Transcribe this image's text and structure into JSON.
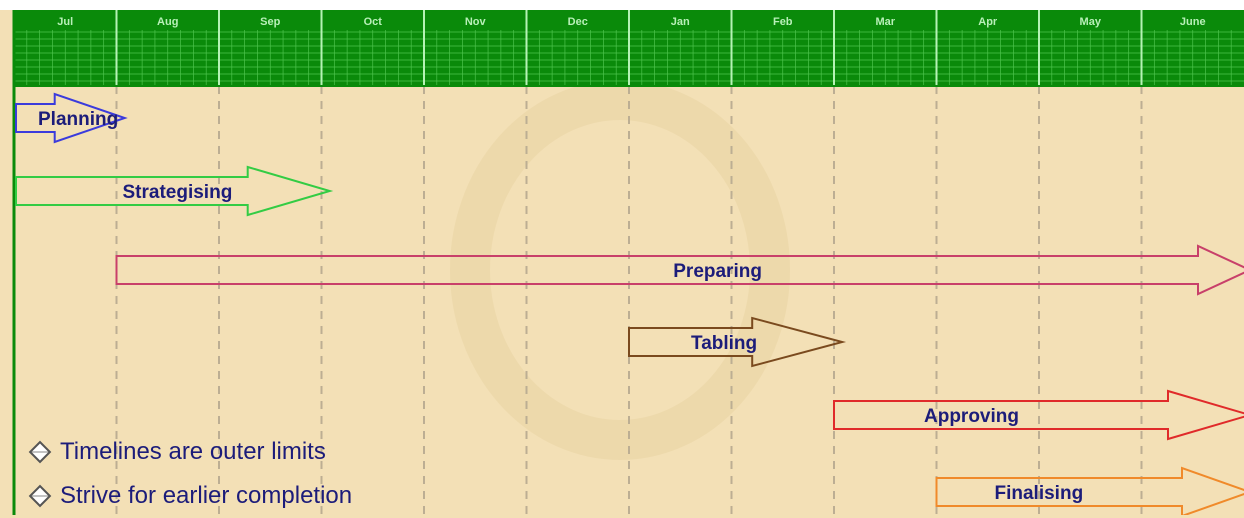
{
  "months": [
    "Jul",
    "Aug",
    "Sep",
    "Oct",
    "Nov",
    "Dec",
    "Jan",
    "Feb",
    "Mar",
    "Apr",
    "May",
    "June"
  ],
  "phases": [
    {
      "label": "Planning",
      "start": "Jul",
      "end": "Aug",
      "color": "#3b3bdc"
    },
    {
      "label": "Strategising",
      "start": "Jul",
      "end": "Oct",
      "color": "#33cc44"
    },
    {
      "label": "Preparing",
      "start": "Aug",
      "end": "June",
      "color": "#c8406a"
    },
    {
      "label": "Tabling",
      "start": "Jan",
      "end": "Mar",
      "color": "#7a4a1e"
    },
    {
      "label": "Approving",
      "start": "Mar",
      "end": "June",
      "color": "#e02a2a"
    },
    {
      "label": "Finalising",
      "start": "Apr",
      "end": "June",
      "color": "#f08a2a"
    }
  ],
  "notes": [
    "Timelines are outer limits",
    "Strive for earlier completion"
  ],
  "colors": {
    "header_green": "#0a8a0a",
    "header_text": "#b8f0b8",
    "background": "#f3e0b6",
    "label_text": "#1c1c7a"
  }
}
